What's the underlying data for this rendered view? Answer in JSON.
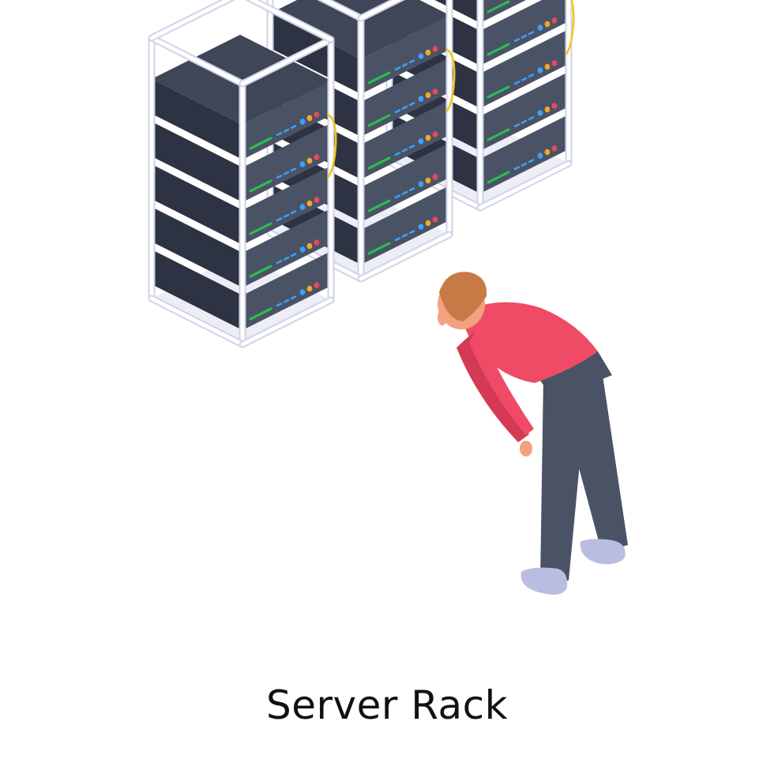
{
  "caption": "Server Rack",
  "colors": {
    "frame_front": "#ffffff",
    "frame_stroke": "#cfd3e6",
    "server_top": "#3e4658",
    "server_front": "#2d3343",
    "server_side": "#4a5366",
    "shelf": "#ecedf5",
    "led_green": "#27c24c",
    "led_blue": "#3fa0f5",
    "led_orange": "#f5a623",
    "led_red": "#e9495e",
    "cable": "#f5c518",
    "shirt": "#ef4b67",
    "shirt_shadow": "#d53a55",
    "pants": "#4a5366",
    "hair": "#c87a46",
    "skin": "#f2a27e",
    "shoes": "#b9bde0"
  },
  "illustration": {
    "subject": "server-rack",
    "rack_count": 3,
    "person": "technician-inspecting-rack"
  }
}
